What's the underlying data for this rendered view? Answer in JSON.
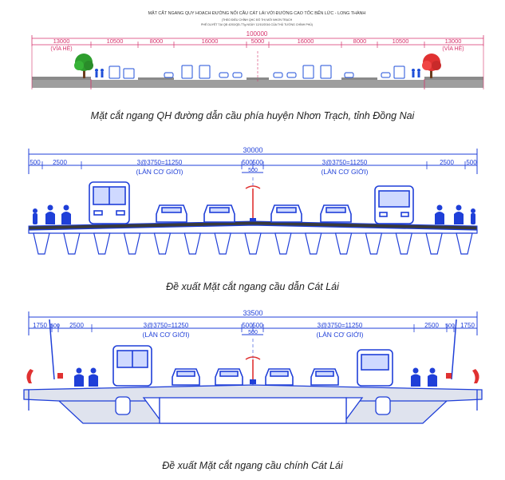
{
  "panel1": {
    "title": "MẶT CẮT NGANG QUY HOẠCH ĐƯỜNG NỐI CẦU CÁT LÁI VỚI ĐƯỜNG CAO TỐC BẾN LỨC - LONG THÀNH",
    "subtitle1": "(THEO ĐIỀU CHỈNH QHC ĐÔ THỊ MỚI NHƠN TRẠCH",
    "subtitle2": "PHÊ DUYỆT TẠI QĐ 4292/QĐ-TTg NGÀY 12/10/2016 CỦA THỦ TƯỚNG CHÍNH PHỦ)",
    "total_width": "100000",
    "dims": [
      "13000",
      "10500",
      "8000",
      "16000",
      "5000",
      "16000",
      "8000",
      "10500",
      "13000"
    ],
    "sidewalk_label": "(VỈA HÈ)",
    "colors": {
      "dim": "#d6336c",
      "tree_green": "#2e9e2e",
      "tree_red": "#e03131",
      "vehicle": "#1f4fd8"
    },
    "caption": "Mặt cắt ngang QH đường dẫn cầu phía huyện Nhơn Trạch, tỉnh Đồng Nai"
  },
  "panel2": {
    "total_width": "30000",
    "dims": [
      "500",
      "2500",
      "3@3750=11250",
      "500",
      "500",
      "3@3750=11250",
      "2500",
      "500"
    ],
    "median_dim": "500",
    "lane_label": "(LÀN CƠ GIỚI)",
    "caption": "Đề xuất Mặt cắt ngang cầu dẫn Cát Lái"
  },
  "panel3": {
    "total_width": "33500",
    "dims": [
      "1750",
      "500",
      "2500",
      "3@3750=11250",
      "500",
      "500",
      "3@3750=11250",
      "2500",
      "500",
      "1750"
    ],
    "median_dim": "500",
    "lane_label": "(LÀN CƠ GIỚI)",
    "caption": "Đề xuất Mặt cắt ngang cầu chính Cát Lái"
  }
}
